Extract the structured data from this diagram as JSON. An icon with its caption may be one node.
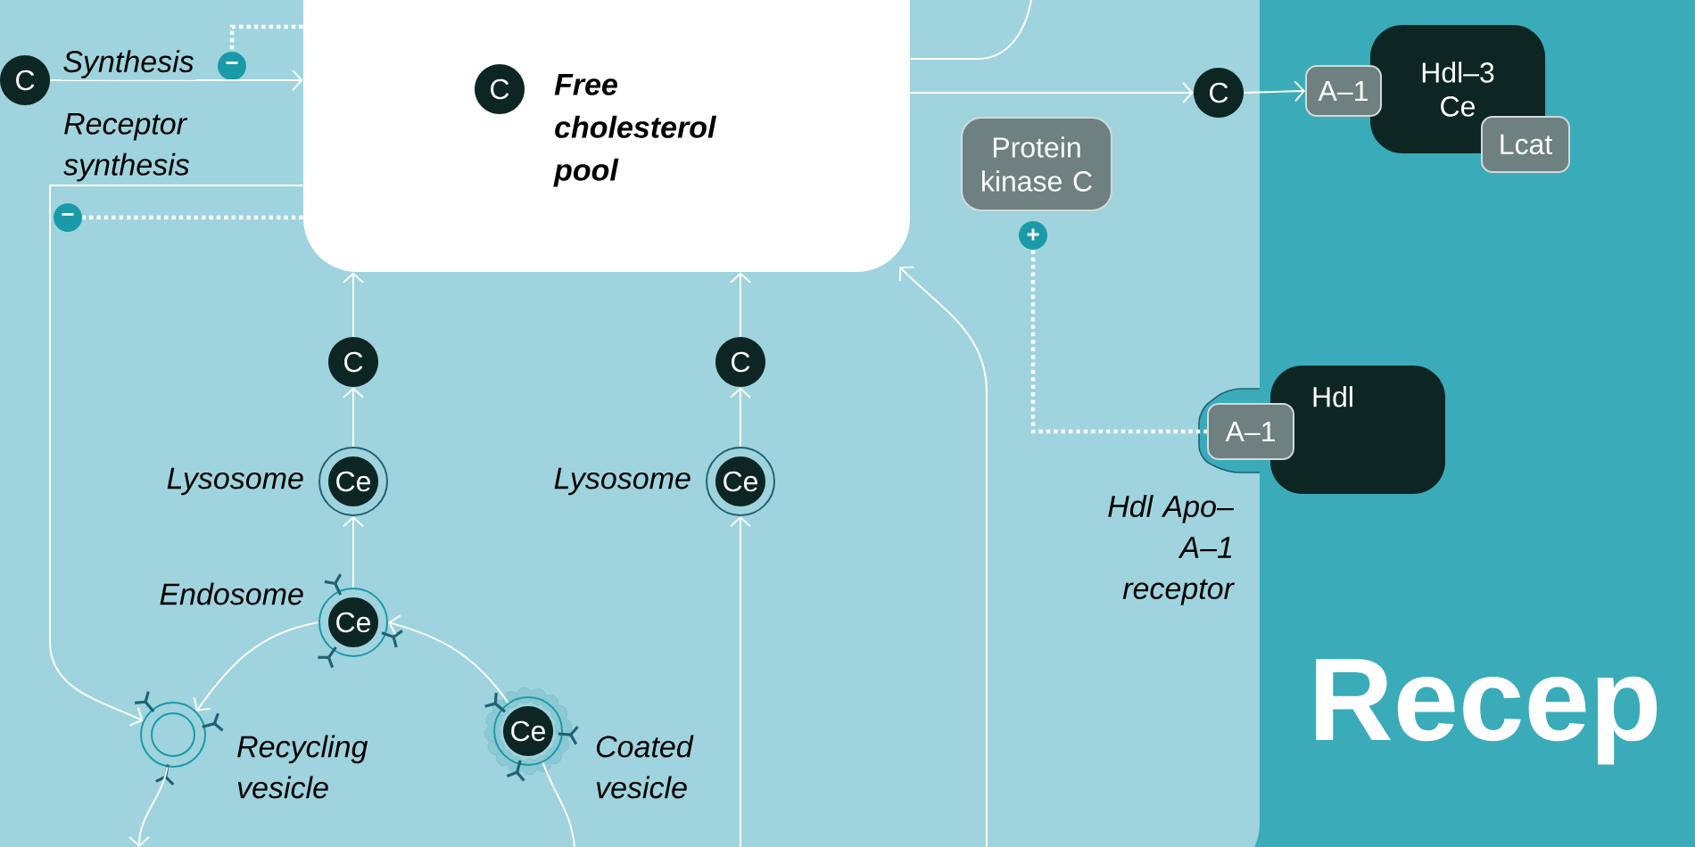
{
  "diagram": {
    "nodes": [
      {
        "text": [
          "Free cholesterol pool"
        ]
      },
      {
        "text": [
          "C"
        ],
        "in": 0
      },
      {
        "text": [
          "C"
        ]
      },
      {
        "text": [
          "−"
        ]
      },
      {
        "text": [
          "−"
        ]
      },
      {
        "text": [
          "C"
        ]
      },
      {
        "text": [
          "Ce"
        ],
        "beside": [
          "Lysosome"
        ]
      },
      {
        "text": [
          "Ce"
        ],
        "beside": [
          "Endosome"
        ]
      },
      {
        "text": [],
        "shape": "circle",
        "beside": [
          "Recycling vesicle"
        ]
      },
      {
        "text": [
          "Ce"
        ],
        "beside": [
          "Coated vesicle"
        ]
      },
      {
        "text": [
          "C"
        ]
      },
      {
        "text": [
          "Ce"
        ],
        "beside": [
          "Lysosome"
        ]
      },
      {
        "text": [
          "C"
        ]
      },
      {
        "text": [
          "Hdl–3",
          "Ce"
        ]
      },
      {
        "text": [
          "A–1"
        ]
      },
      {
        "text": [
          "Lcat"
        ]
      },
      {
        "text": [
          "Protein kinase C"
        ]
      },
      {
        "text": [
          "+"
        ]
      },
      {
        "text": [
          "Hdl"
        ]
      },
      {
        "text": [
          "A–1"
        ],
        "beside": [
          "Hdl Apo–A–1 receptor"
        ]
      }
    ],
    "edges": [
      {
        "from": 2,
        "to": 0,
        "arrow": "to",
        "label": "Synthesis"
      },
      {
        "from": 0,
        "to": 3,
        "arrow": "none",
        "style": "dashed"
      },
      {
        "from": 0,
        "to": 4,
        "arrow": "none",
        "style": "dashed"
      },
      {
        "from": 0,
        "to": 8,
        "arrow": "to"
      },
      {
        "from": 5,
        "to": 0,
        "arrow": "to"
      },
      {
        "from": 6,
        "to": 5,
        "arrow": "to"
      },
      {
        "from": 7,
        "to": 6,
        "arrow": "to"
      },
      {
        "from": 7,
        "to": 8,
        "arrow": "to"
      },
      {
        "from": 9,
        "to": 7,
        "arrow": "to"
      },
      {
        "from": 8,
        "to": null,
        "arrow": "to"
      },
      {
        "from": null,
        "to": 9,
        "arrow": "none"
      },
      {
        "from": null,
        "to": 11,
        "arrow": "to"
      },
      {
        "from": 11,
        "to": 10,
        "arrow": "to"
      },
      {
        "from": 10,
        "to": 0,
        "arrow": "to"
      },
      {
        "from": null,
        "to": 0,
        "arrow": "to"
      },
      {
        "from": 0,
        "to": 12,
        "arrow": "to"
      },
      {
        "from": 12,
        "to": 14,
        "arrow": "to"
      },
      {
        "from": 17,
        "to": 19,
        "arrow": "none",
        "style": "dashed"
      },
      {
        "from": 0,
        "to": null,
        "arrow": "none"
      }
    ],
    "labels": [
      "Receptor synthesis",
      "Recep"
    ]
  }
}
